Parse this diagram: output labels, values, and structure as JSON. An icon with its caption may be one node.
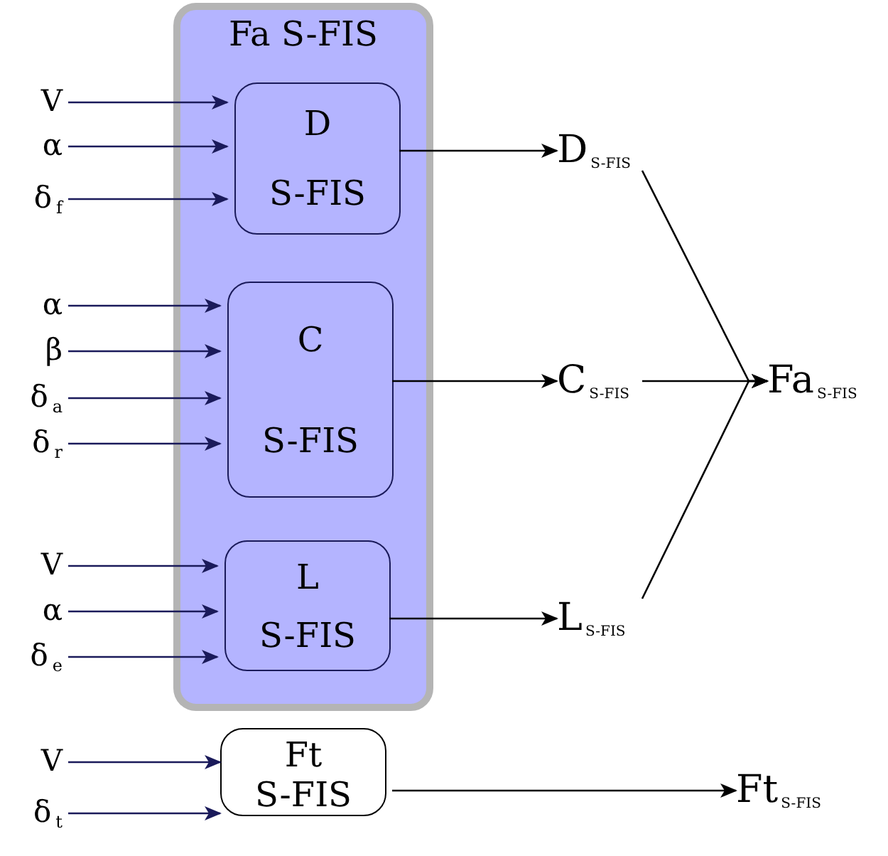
{
  "diagram": {
    "nodes": [
      {
        "text": [
          "Fa S-FIS"
        ]
      },
      {
        "text": [
          "D",
          "S-FIS"
        ],
        "in": 0
      },
      {
        "text": [
          "C",
          "S-FIS"
        ],
        "in": 0
      },
      {
        "text": [
          "L",
          "S-FIS"
        ],
        "in": 0
      },
      {
        "text": [
          "Ft",
          "S-FIS"
        ]
      },
      {
        "text": [
          "V"
        ]
      },
      {
        "text": [
          "α"
        ]
      },
      {
        "text": [
          "δ$_{f}$"
        ]
      },
      {
        "text": [
          "α"
        ]
      },
      {
        "text": [
          "β"
        ]
      },
      {
        "text": [
          "δ$_{a}$"
        ]
      },
      {
        "text": [
          "δ$_{r}$"
        ]
      },
      {
        "text": [
          "V"
        ]
      },
      {
        "text": [
          "α"
        ]
      },
      {
        "text": [
          "δ$_{e}$"
        ]
      },
      {
        "text": [
          "V"
        ]
      },
      {
        "text": [
          "δ$_{t}$"
        ]
      },
      {
        "text": [
          "D$_{S-FIS}$"
        ]
      },
      {
        "text": [
          "C$_{S-FIS}$"
        ]
      },
      {
        "text": [
          "L$_{S-FIS}$"
        ]
      },
      {
        "text": [
          "Fa$_{S-FIS}$"
        ]
      },
      {
        "text": [
          "Ft$_{S-FIS}$"
        ]
      }
    ],
    "edges": [
      {
        "from": 5,
        "to": 1,
        "arrow": "to"
      },
      {
        "from": 6,
        "to": 1,
        "arrow": "to"
      },
      {
        "from": 7,
        "to": 1,
        "arrow": "to"
      },
      {
        "from": 8,
        "to": 2,
        "arrow": "to"
      },
      {
        "from": 9,
        "to": 2,
        "arrow": "to"
      },
      {
        "from": 10,
        "to": 2,
        "arrow": "to"
      },
      {
        "from": 11,
        "to": 2,
        "arrow": "to"
      },
      {
        "from": 12,
        "to": 3,
        "arrow": "to"
      },
      {
        "from": 13,
        "to": 3,
        "arrow": "to"
      },
      {
        "from": 14,
        "to": 3,
        "arrow": "to"
      },
      {
        "from": 15,
        "to": 4,
        "arrow": "to"
      },
      {
        "from": 16,
        "to": 4,
        "arrow": "to"
      },
      {
        "from": 1,
        "to": 17,
        "arrow": "to"
      },
      {
        "from": 2,
        "to": 18,
        "arrow": "to"
      },
      {
        "from": 3,
        "to": 19,
        "arrow": "to"
      },
      {
        "from": 17,
        "to": 20,
        "arrow": "to"
      },
      {
        "from": 18,
        "to": 20,
        "arrow": "to"
      },
      {
        "from": 19,
        "to": 20,
        "arrow": "to"
      },
      {
        "from": 4,
        "to": 21,
        "arrow": "to"
      }
    ]
  }
}
